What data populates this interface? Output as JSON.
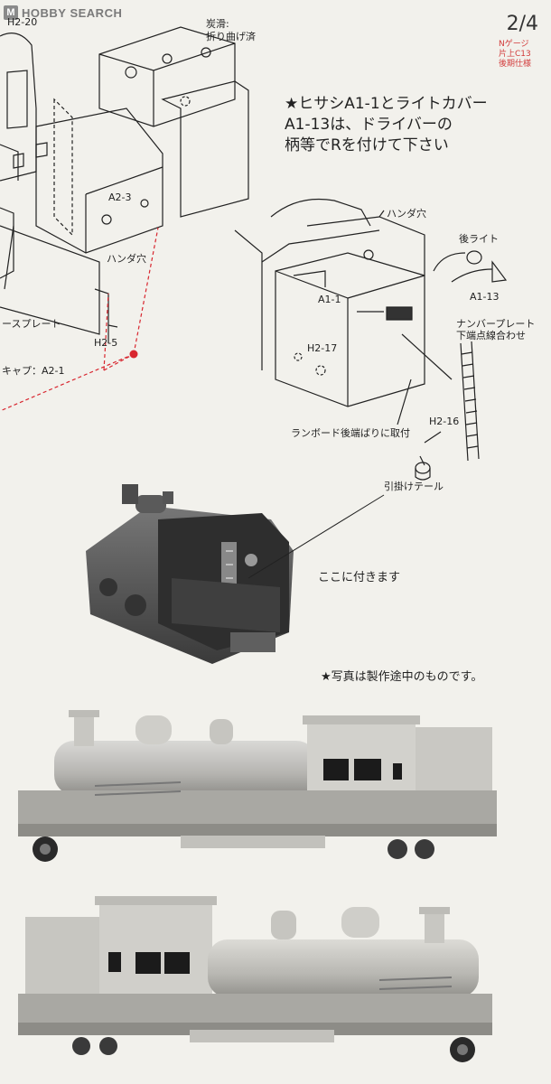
{
  "header": {
    "logo_mark": "M",
    "logo_hobby": "HOBBY",
    "logo_search": "SEARCH",
    "page_number": "2/4",
    "badge_lines": [
      "Nゲージ",
      "片上C13",
      "後期仕様"
    ]
  },
  "labels": {
    "h2_20": "H2-20",
    "coal": "炭滑:\n折り曲げ済",
    "coal_line1": "炭滑:",
    "coal_line2": "折り曲げ済",
    "a2_3": "A2-3",
    "solder_hole_left": "ハンダ穴",
    "base_plate": "ースプレート",
    "h2_5": "H2-5",
    "cap": "キャプ：A2-1",
    "solder_hole_right": "ハンダ穴",
    "rear_light": "後ライト",
    "a1_1": "A1-1",
    "a1_13": "A1-13",
    "number_plate_1": "ナンバープレート",
    "number_plate_2": "下端点線合わせ",
    "h2_17": "H2-17",
    "h2_16": "H2-16",
    "runboard": "ランボード後端ばりに取付",
    "hook_tail": "引掛けテール"
  },
  "note_lines": [
    "★ヒサシA1-1とライトカバー",
    "A1-13は、ドライバーの",
    "柄等でRを付けて下さい"
  ],
  "photo_caption_here": "ここに付きます",
  "photo_caption_progress": "★写真は製作途中のものです。"
}
